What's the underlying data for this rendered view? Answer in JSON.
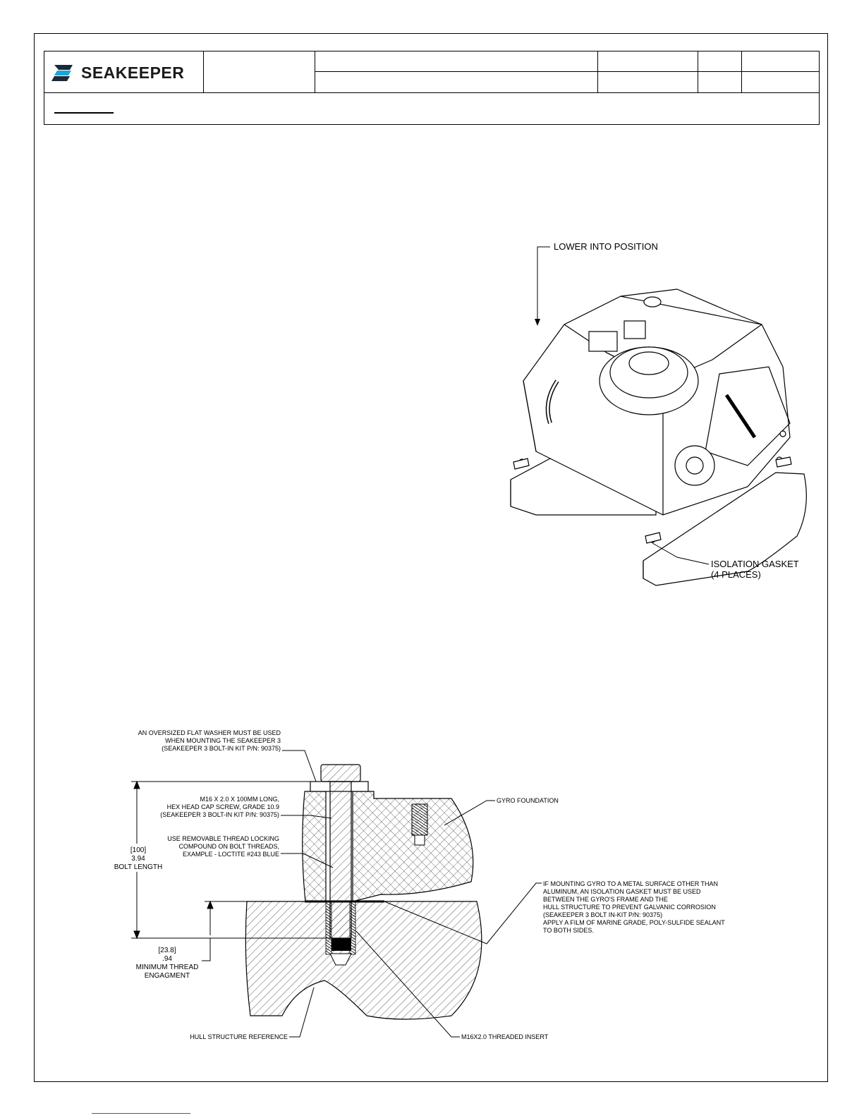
{
  "brand": {
    "name": "SEAKEEPER"
  },
  "upper_figure": {
    "label_lower": "LOWER INTO POSITION",
    "label_gasket_1": "ISOLATION GASKET",
    "label_gasket_2": "(4 PLACES)"
  },
  "section": {
    "washer_1": "AN OVERSIZED FLAT WASHER MUST BE USED",
    "washer_2": "WHEN MOUNTING THE SEAKEEPER 3",
    "washer_3": "(SEAKEEPER 3 BOLT-IN KIT P/N: 90375)",
    "screw_1": "M16 X 2.0 X 100MM LONG,",
    "screw_2": "HEX HEAD CAP SCREW, GRADE 10.9",
    "screw_3": "(SEAKEEPER 3 BOLT-IN KIT P/N: 90375)",
    "thread_1": "USE REMOVABLE THREAD LOCKING",
    "thread_2": "COMPOUND ON BOLT THREADS,",
    "thread_3": "EXAMPLE - LOCTITE #243 BLUE",
    "bolt_len_mm": "[100]",
    "bolt_len_in": "3.94",
    "bolt_len_label": "BOLT LENGTH",
    "min_mm": "[23.8]",
    "min_in": ".94",
    "min_label_1": "MINIMUM THREAD",
    "min_label_2": "ENGAGMENT",
    "gyro_foundation": "GYRO FOUNDATION",
    "iso_1": "IF MOUNTING GYRO TO A METAL SURFACE OTHER THAN",
    "iso_2": "ALUMINUM, AN ISOLATION GASKET MUST BE USED",
    "iso_3": "BETWEEN THE GYRO'S FRAME AND THE",
    "iso_4": "HULL STRUCTURE TO PREVENT GALVANIC CORROSION",
    "iso_5": "(SEAKEEPER 3 BOLT IN-KIT P/N: 90375)",
    "iso_6": "APPLY A FILM OF MARINE GRADE, POLY-SULFIDE SEALANT",
    "iso_7": "TO BOTH SIDES.",
    "hull_ref": "HULL STRUCTURE REFERENCE",
    "insert": "M16X2.0 THREADED INSERT"
  },
  "colors": {
    "logo_dark": "#1a2a3a",
    "logo_blue": "#1aa7d6",
    "link": "#3355cc"
  }
}
